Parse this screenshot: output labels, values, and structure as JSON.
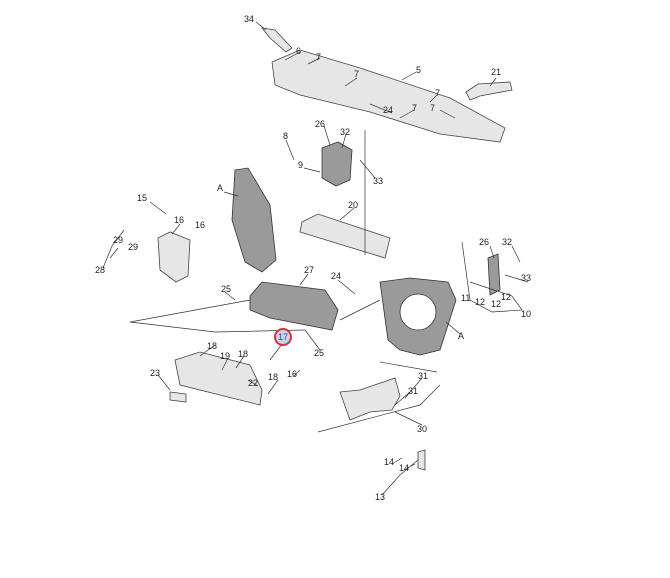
{
  "diagram": {
    "highlight_color": "#d9323a",
    "highlighted_callout": "17",
    "callouts": {
      "c34": "34",
      "c6": "6",
      "c7a": "7",
      "c7b": "7",
      "c5": "5",
      "c21": "21",
      "c24a": "24",
      "c7c": "7",
      "c7d": "7",
      "c7e": "7",
      "c26a": "26",
      "c32a": "32",
      "c8": "8",
      "c9": "9",
      "c33a": "33",
      "c15": "15",
      "c16a": "16",
      "c16b": "16",
      "c29a": "29",
      "c29b": "29",
      "c28": "28",
      "cAa": "A",
      "c20": "20",
      "c26b": "26",
      "c32b": "32",
      "c33b": "33",
      "c27": "27",
      "c24b": "24",
      "c25a": "25",
      "c11": "11",
      "c12a": "12",
      "c12b": "12",
      "c12c": "12",
      "c10": "10",
      "cAb": "A",
      "c17": "17",
      "c25b": "25",
      "c18a": "18",
      "c19": "19",
      "c18b": "18",
      "c18c": "18",
      "c16c": "16",
      "c22": "22",
      "c23": "23",
      "c31a": "31",
      "c31b": "31",
      "c30": "30",
      "c14a": "14",
      "c14b": "14",
      "c13": "13"
    }
  }
}
